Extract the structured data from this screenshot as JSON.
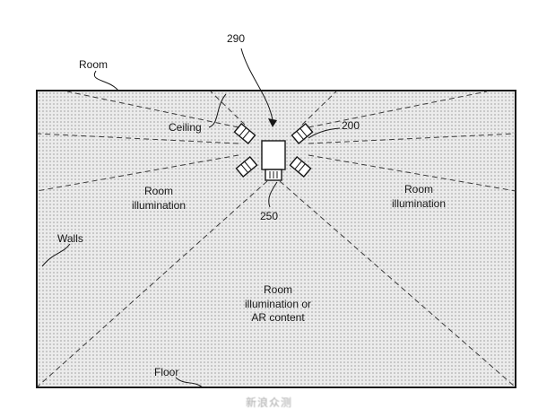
{
  "figure": {
    "refs": {
      "r290": "290",
      "r200": "200",
      "r250": "250"
    },
    "labels": {
      "room": "Room",
      "ceiling": "Ceiling",
      "walls": "Walls",
      "floor": "Floor",
      "left_illumination": "Room\nillumination",
      "right_illumination": "Room\nillumination",
      "floor_illumination": "Room\nillumination or\nAR content"
    },
    "colors": {
      "border": "#1a1a1a",
      "beam_line": "#3a3a3a",
      "room_fill": "#ebebeb",
      "dot": "#bdbdbd"
    }
  },
  "watermark": {
    "text": "新浪众测"
  }
}
